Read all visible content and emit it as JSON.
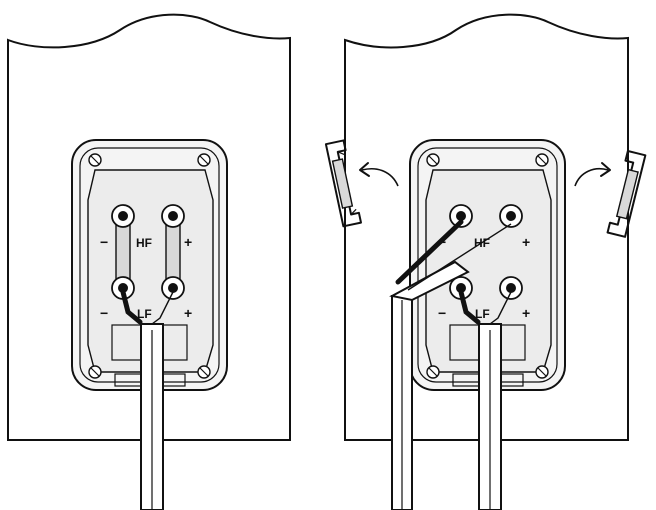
{
  "terminal_labels": {
    "high_frequency": "HF",
    "low_frequency": "LF",
    "minus": "−",
    "plus": "+"
  },
  "panels": [
    {
      "state": "bridged"
    },
    {
      "state": "bi-wired"
    }
  ],
  "icons": [
    "screw-icon",
    "binding-post-icon",
    "bridge-clip-icon",
    "curved-arrow-icon"
  ]
}
